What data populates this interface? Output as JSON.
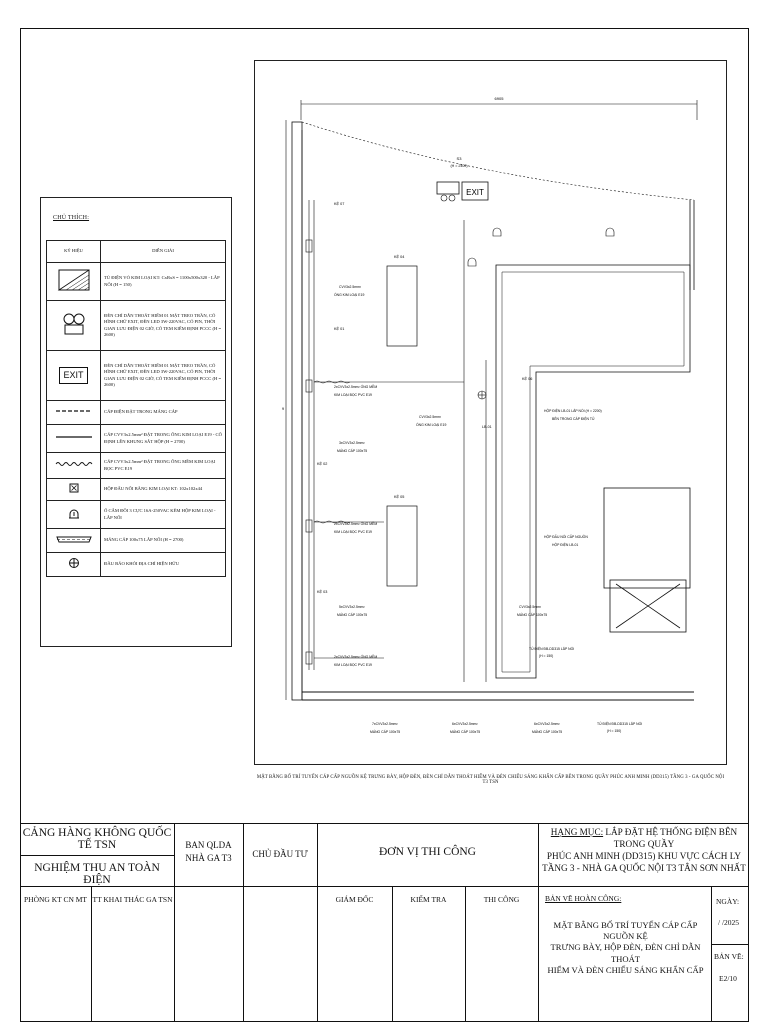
{
  "legend": {
    "title": "CHỦ THÍCH:",
    "header_symbol": "KÝ HIỆU",
    "header_desc": "DIỄN GIẢI",
    "rows": [
      {
        "icon": "cabinet-hatch-icon",
        "text": "TỦ ĐIỆN VỎ KIM LOẠI KT: CxRxS = 1100x500x320 - LẮP NỔI (H = 150)"
      },
      {
        "icon": "emergency-light-icon",
        "text": "ĐÈN CHỈ DẪN THOÁT HIỂM 01 MẶT TREO TRẦN, CÓ HÌNH CHỮ EXIT, ĐÈN LED 3W-220VAC, CÓ PIN, THỜI GIAN LƯU ĐIỆN 02 GIỜ, CÓ TEM KIỂM ĐỊNH PCCC (H = 2600)"
      },
      {
        "icon": "exit-sign-icon",
        "symbol_text": "EXIT",
        "text": "ĐÈN CHỈ DẪN THOÁT HIỂM 01 MẶT TREO TRẦN, CÓ HÌNH CHỮ EXIT, ĐÈN LED 3W-220VAC, CÓ PIN, THỜI GIAN LƯU ĐIỆN 02 GIỜ, CÓ TEM KIỂM ĐỊNH PCCC (H = 2600)"
      },
      {
        "icon": "dashed-line-icon",
        "text": "CÁP ĐIỆN ĐẶT TRONG MÁNG CÁP"
      },
      {
        "icon": "solid-line-icon",
        "text": "CÁP CVV3x2.5mm² ĐẶT TRONG ỐNG KIM LOẠI E19 - CỐ ĐỊNH LÊN KHUNG SẮT HỘP (H = 2700)"
      },
      {
        "icon": "wavy-line-icon",
        "text": "CÁP CVV3x2.5mm² ĐẶT TRONG ỐNG MỀM KIM LOẠI BỌC PVC E19"
      },
      {
        "icon": "junction-box-icon",
        "text": "HỘP ĐẤU NỐI BẰNG KIM LOẠI KT: 102x102x44"
      },
      {
        "icon": "socket-icon",
        "text": "Ổ CẮM ĐÔI 3 CỰC 16A-250VAC KÈM HỘP KIM LOẠI - LẮP NỔI"
      },
      {
        "icon": "cable-tray-icon",
        "text": "MÁNG CÁP 100x75 LẮP NỔI (H = 2700)"
      },
      {
        "icon": "smoke-detector-icon",
        "text": "ĐẦU BÁO KHÓI ĐỊA CHỈ HIỆN HỮU"
      }
    ]
  },
  "plan": {
    "dimension_top": "6905",
    "dimension_left": "9",
    "s3_label": "S3",
    "s3_height": "(H = 2400)",
    "exit_text": "EXIT",
    "labels": {
      "ke07": "KỆ 07",
      "ke01": "KỆ 01",
      "ke02": "KỆ 02",
      "ke03": "KỆ 03",
      "ke04": "KỆ 04",
      "ke05": "KỆ 05",
      "ke06": "KỆ 06",
      "lb01": "LB-01",
      "c1a": "CVV3x2.5mm²",
      "c1b": "ỐNG KIM LOẠI E19",
      "c2a": "2xCVV3x2.5mm² ỐNG MỀM",
      "c2b": "KIM LOẠI BỌC PVC E19",
      "c3a": "3xCVV3x2.5mm²",
      "c3b": "MÁNG CÁP 100x75",
      "c4a": "2xCVV3x2.5mm² ỐNG MỀM",
      "c4b": "KIM LOẠI BỌC PVC E19",
      "c5a": "5xCVV3x2.5mm²",
      "c5b": "MÁNG CÁP 100x75",
      "c6a": "2xCVV3x2.5mm² ỐNG MỀM",
      "c6b": "KIM LOẠI BỌC PVC E19",
      "c7a": "CVV3x2.5mm²",
      "c7b": "ỐNG KIM LOẠI E19",
      "hop_a": "HỘP ĐIỆN LB-01 LẮP NỔI (H = 2200)",
      "hop_b": "BÊN TRONG CÁP ĐIỆN TỦ",
      "hdn_a": "HỘP ĐẤU NỐI CẤP NGUỒN",
      "hdn_b": "HỘP ĐIỆN LB-01",
      "c8a": "CVV3x2.5mm²",
      "c8b": "MÁNG CÁP 100x75",
      "tu1a": "TỦ ĐIỆN ĐB-DD315 LẮP NỔI",
      "tu1b": "(H = 150)",
      "b1a": "7xCVV3x2.5mm²",
      "b1b": "MÁNG CÁP 100x75",
      "b2a": "6xCVV3x2.5mm²",
      "b2b": "MÁNG CÁP 100x75",
      "b3a": "6xCVV3x2.5mm²",
      "b3b": "MÁNG CÁP 100x75",
      "tu2a": "TỦ ĐIỆN ĐB-DD315 LẮP NỔI",
      "tu2b": "(H = 150)"
    },
    "caption": "MẶT BẰNG BỐ TRÍ TUYẾN CÁP CẤP NGUỒN KỆ TRƯNG BÀY, HỘP ĐÈN, ĐÈN CHỈ DẪN THOÁT HIỂM VÀ ĐÈN CHIẾU SÁNG KHẨN CẤP BÊN TRONG QUẦY PHÚC ANH MINH (DD315) TẦNG 3 - GA QUỐC NỘI T3 TSN"
  },
  "title_block": {
    "org1": "CẢNG HÀNG KHÔNG QUỐC TẾ TSN",
    "org2": "NGHIỆM THU AN TOÀN ĐIỆN",
    "ban_qlda_1": "BAN QLDA",
    "ban_qlda_2": "NHÀ GA T3",
    "chu_dau_tu": "CHỦ ĐẦU TƯ",
    "don_vi": "ĐƠN VỊ THI CÔNG",
    "hang_muc_label": "HẠNG MỤC:",
    "hang_muc_1": "LẮP ĐẶT HỆ THỐNG ĐIỆN BÊN TRONG QUẦY",
    "hang_muc_2": "PHÚC ANH MINH (DD315) KHU VỰC CÁCH LY",
    "hang_muc_3": "TẦNG 3 - NHÀ GA QUỐC NỘI T3 TÂN SƠN NHẤT",
    "phong": "PHÒNG KT CN MT",
    "tt": "TT KHAI THÁC GA TSN",
    "giam_doc": "GIÁM ĐỐC",
    "kiem_tra": "KIỂM TRA",
    "thi_cong": "THI CÔNG",
    "ban_ve_hc": "BẢN VẼ HOÀN CÔNG:",
    "desc_1": "MẶT BẰNG BỐ TRÍ TUYẾN CÁP CẤP NGUỒN KỆ",
    "desc_2": "TRƯNG BÀY, HỘP ĐÈN, ĐÈN CHỈ DẪN THOÁT",
    "desc_3": "HIỂM VÀ ĐÈN CHIẾU SÁNG KHẨN CẤP",
    "ngay_label": "NGÀY:",
    "ngay_val": "/   /2025",
    "ban_ve_label": "BẢN VẼ:",
    "ban_ve_val": "E2/10"
  }
}
